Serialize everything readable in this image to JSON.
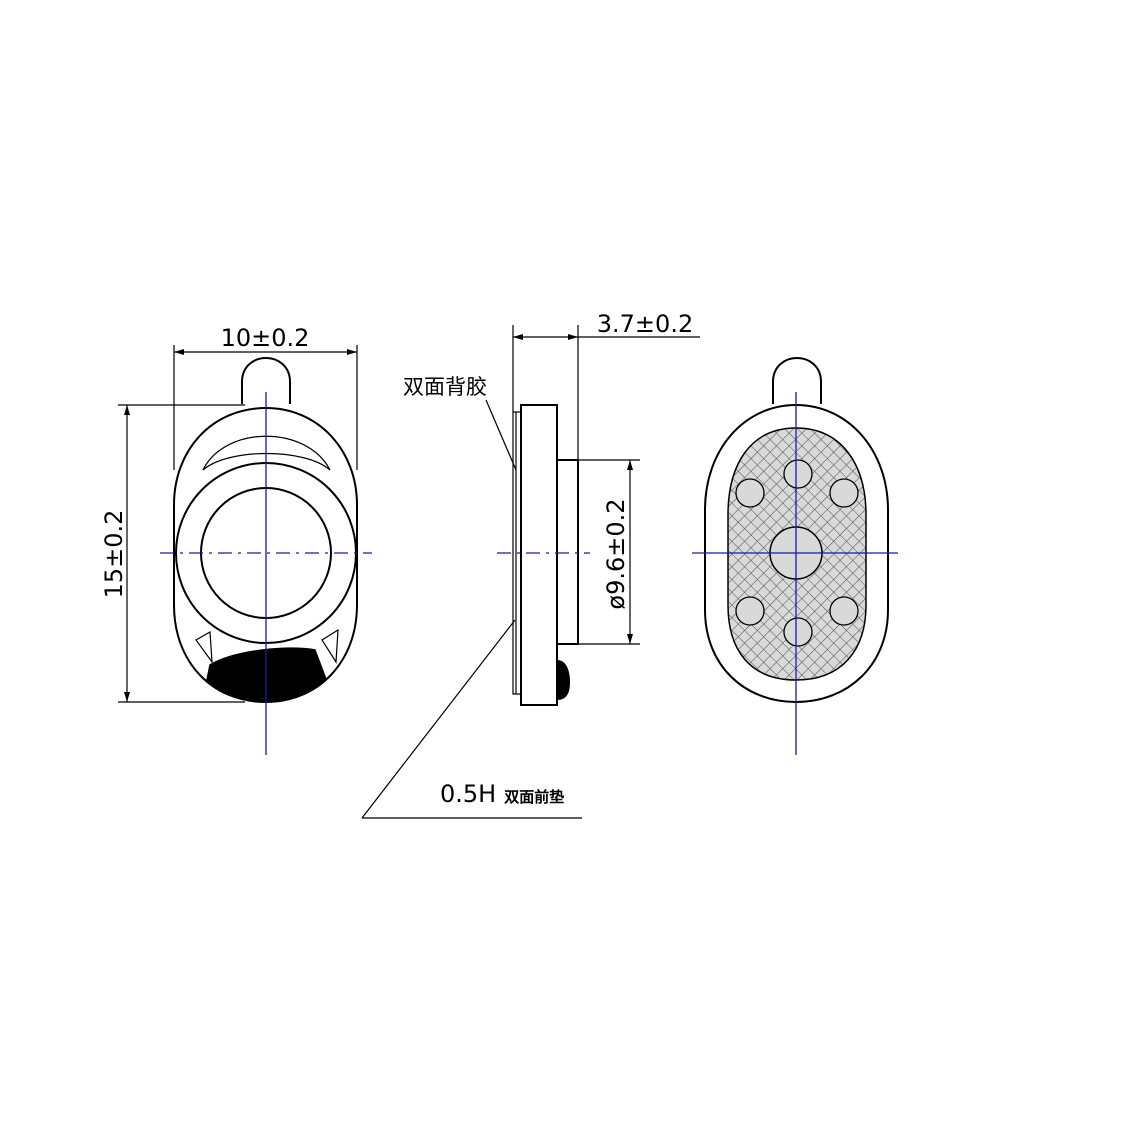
{
  "front_view": {
    "width_dim": "10±0.2",
    "height_dim": "15±0.2"
  },
  "side_view": {
    "depth_dim": "3.7±0.2",
    "diameter_dim": "ø9.6±0.2",
    "adhesive_label": "双面背胶",
    "pad_label_prefix": "0.5H",
    "pad_label_cn": "双面前垫"
  },
  "colors": {
    "line": "#000000",
    "centerline": "#1a1aa8",
    "mesh_fill": "#d9d9d9"
  }
}
